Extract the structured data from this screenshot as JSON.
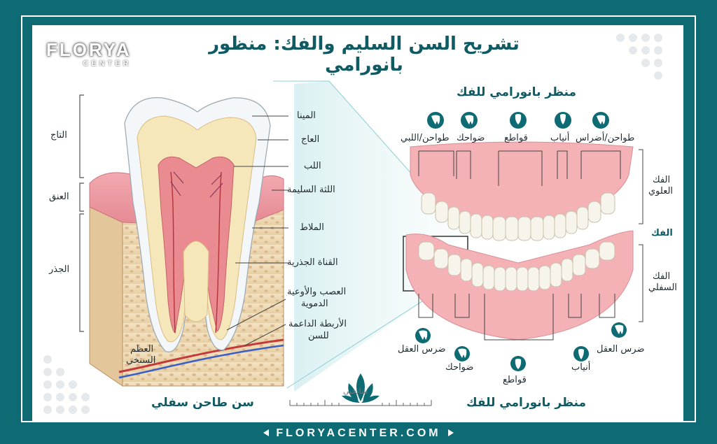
{
  "title": "تشريح السن السليم والفك: منظور بانورامي",
  "logo": {
    "line1": "FLORYA",
    "line2": "CENTER"
  },
  "footer": "FLORYACENTER.COM",
  "tooth": {
    "caption": "سن طاحن سفلي",
    "regions": {
      "crown": "التاج",
      "neck": "العنق",
      "root": "الجذر"
    },
    "labels": {
      "enamel": "المينا",
      "dentin": "العاج",
      "pulp": "اللب",
      "gums": "اللثة السليمة",
      "cementum": "الملاط",
      "canal": "القناة الجذرية",
      "nerve_line1": "العصب والأوعية",
      "nerve_line2": "الدموية",
      "ligament_line1": "الأربطة الداعمة",
      "ligament_line2": "للسن",
      "bone_line1": "العظم",
      "bone_line2": "السنخي"
    }
  },
  "jaw": {
    "top_title": "منظر بانورامي للفك",
    "bottom_title": "منظر بانورامي للفك",
    "upper_labels": {
      "molars_baby": "طواحن/اللبي",
      "premolars": "ضواحك",
      "incisors": "قواطع",
      "canines": "أنياب",
      "molars": "طواحن/أضراس"
    },
    "side": {
      "upper_line1": "الفك",
      "upper_line2": "العلوي",
      "jaw": "الفك",
      "lower_line1": "الفك",
      "lower_line2": "السفلي"
    },
    "lower_labels": {
      "wisdom_left": "ضرس العقل",
      "premolars": "ضواحك",
      "incisors": "قواطع",
      "canines": "أنياب",
      "wisdom_right": "ضرس العقل"
    },
    "watermark": "شانحبي"
  },
  "colors": {
    "teal": "#0f6b73",
    "title": "#0f5a63",
    "gum": "#e99aa3",
    "enamel": "#f4f6f8",
    "dentin": "#f5e6b8",
    "pulp": "#e7868b",
    "bone": "#f1dcb8"
  }
}
